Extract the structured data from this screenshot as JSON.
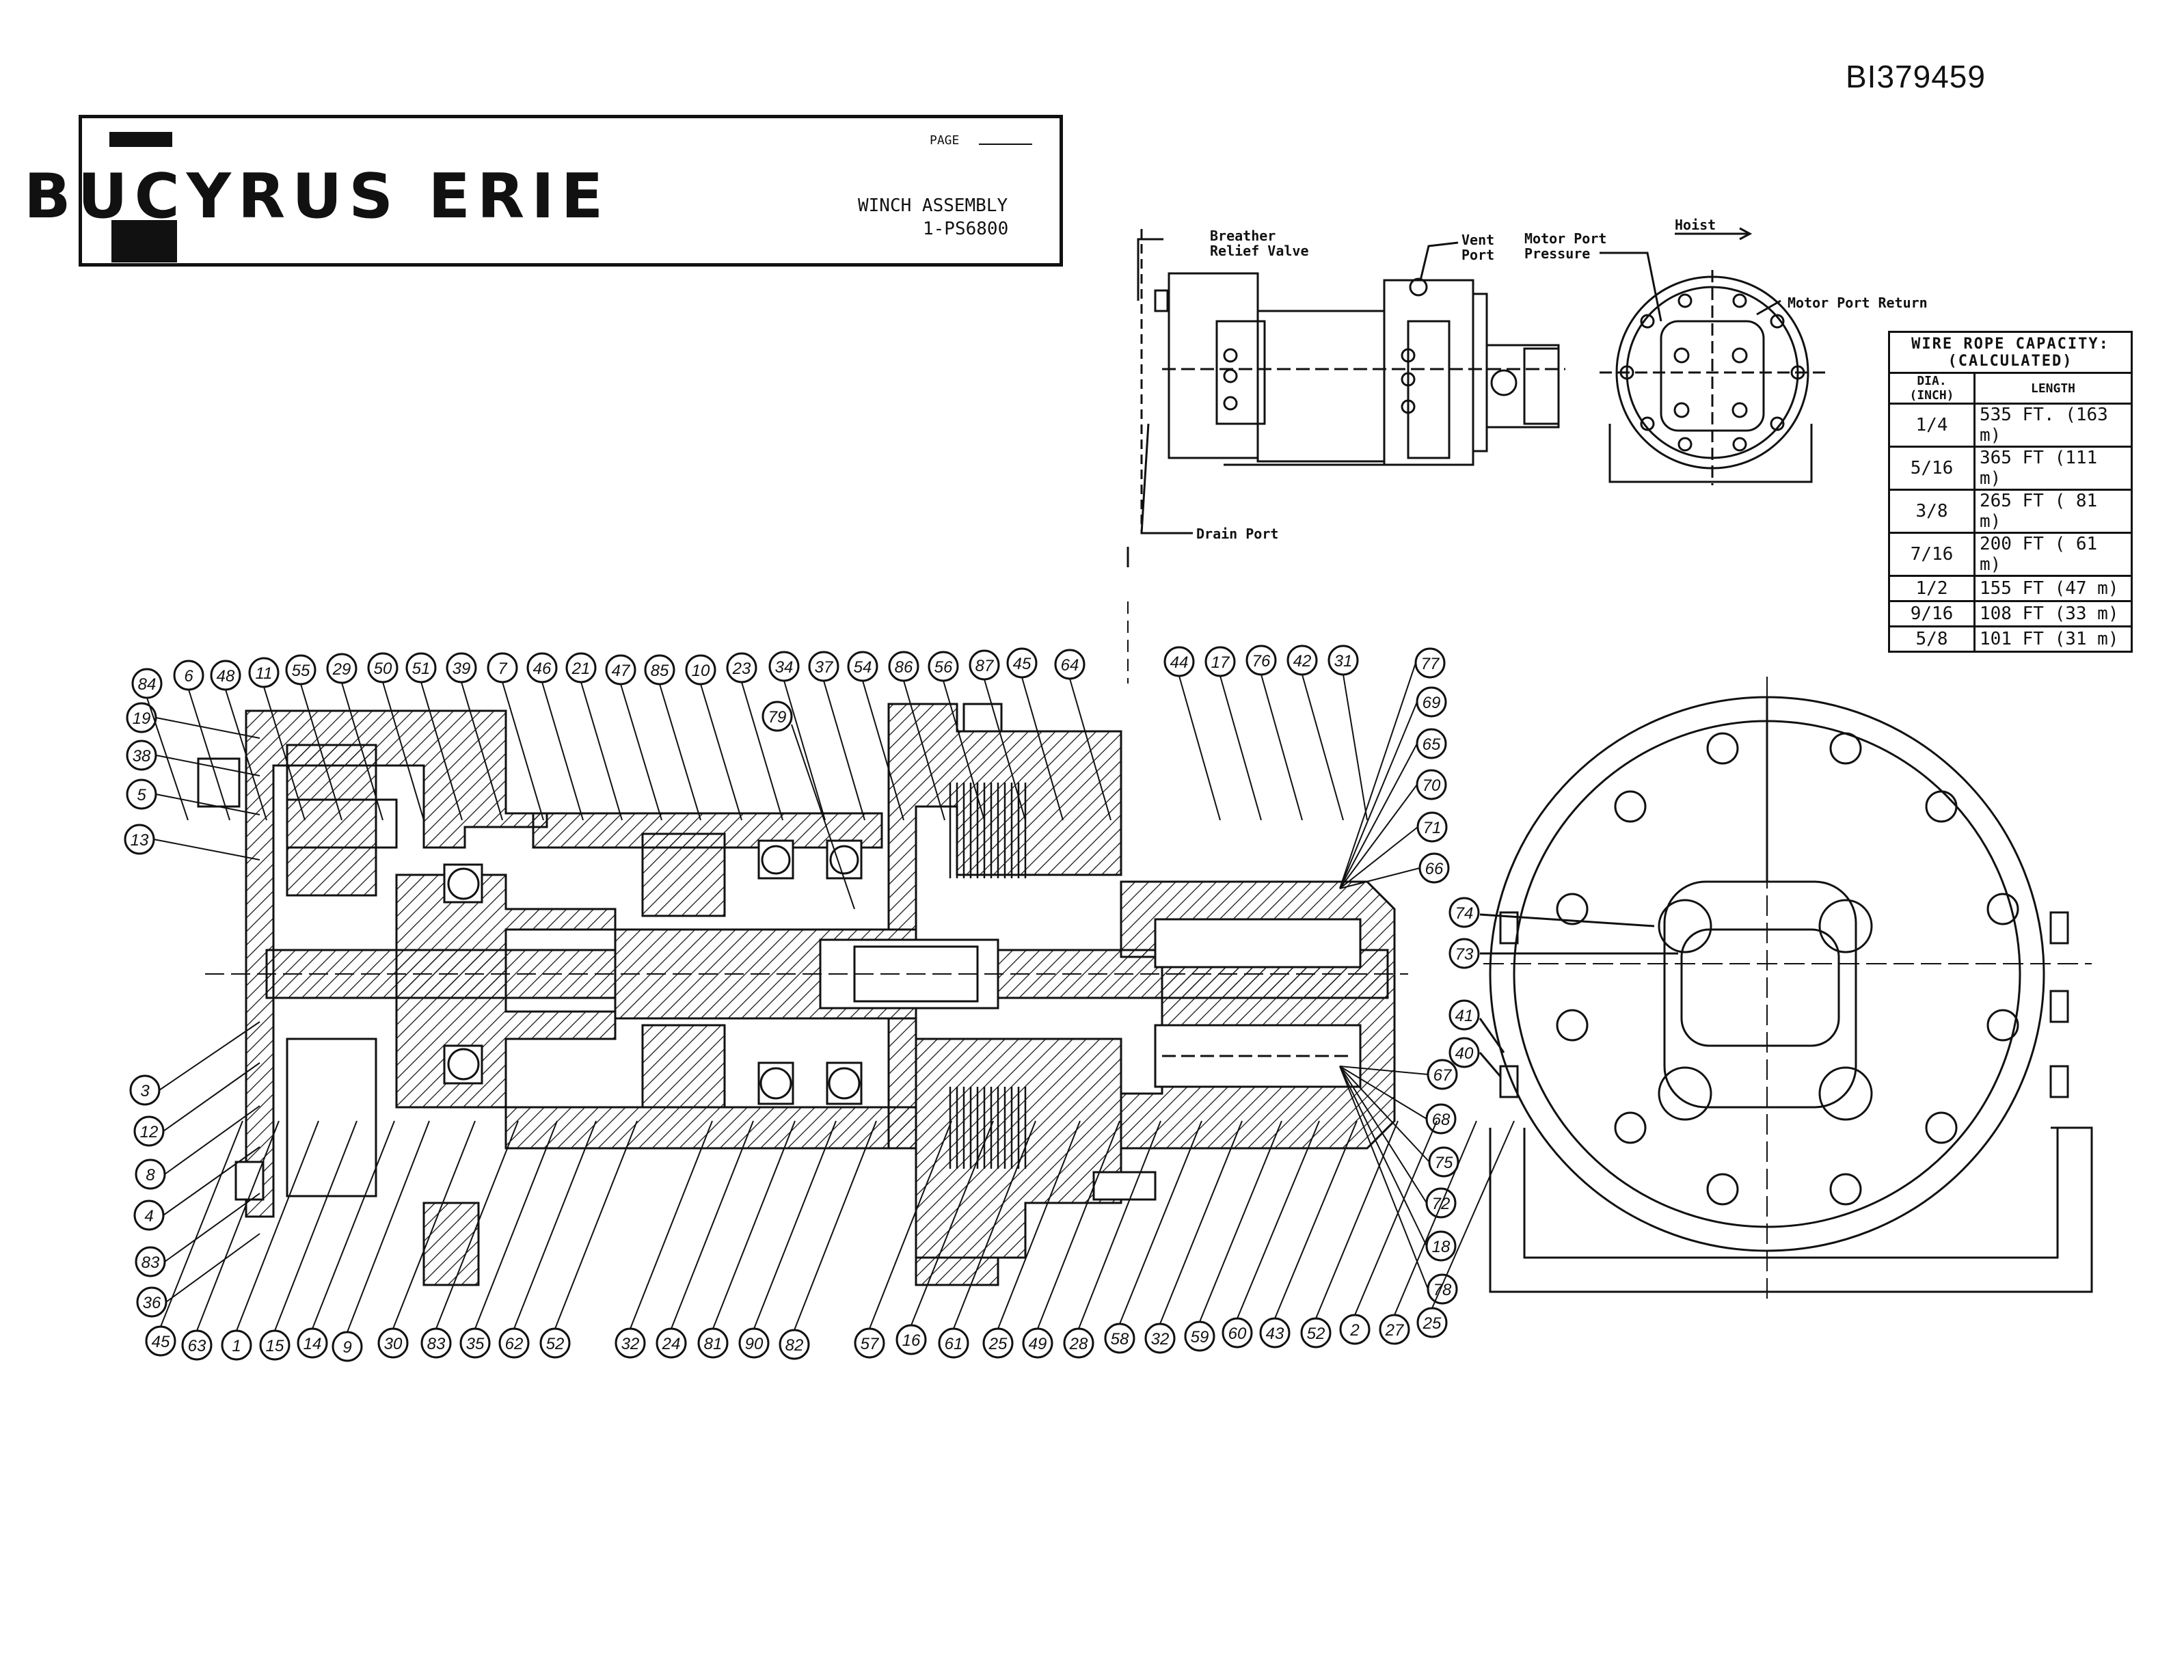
{
  "document": {
    "id": "BI379459",
    "brand": "BUCYRUS ERIE",
    "page_label": "PAGE",
    "assembly_title": "WINCH ASSEMBLY",
    "assembly_number": "1-PS6800"
  },
  "side_view_callouts": {
    "breather": "Breather\nRelief Valve",
    "vent": "Vent\nPort",
    "motor_pressure": "Motor Port\nPressure",
    "hoist": "Hoist",
    "motor_return": "Motor Port Return",
    "drain": "Drain Port"
  },
  "wire_rope_table": {
    "caption": "WIRE ROPE CAPACITY:\n(CALCULATED)",
    "col_dia": "DIA. (INCH)",
    "col_length": "LENGTH",
    "rows": [
      {
        "dia": "1/4",
        "length": "535 FT. (163 m)"
      },
      {
        "dia": "5/16",
        "length": "365 FT (111 m)"
      },
      {
        "dia": "3/8",
        "length": "265 FT ( 81 m)"
      },
      {
        "dia": "7/16",
        "length": "200 FT ( 61 m)"
      },
      {
        "dia": "1/2",
        "length": "155 FT (47 m)"
      },
      {
        "dia": "9/16",
        "length": "108 FT (33 m)"
      },
      {
        "dia": "5/8",
        "length": "101 FT (31 m)"
      }
    ]
  },
  "part_balloons": {
    "top_row": [
      "84",
      "6",
      "48",
      "11",
      "55",
      "29",
      "50",
      "51",
      "39",
      "7",
      "46",
      "21",
      "47",
      "85",
      "10",
      "23",
      "34",
      "37",
      "54",
      "86",
      "56",
      "87",
      "45",
      "64",
      "44",
      "17",
      "76",
      "42",
      "31"
    ],
    "left_column": [
      "19",
      "38",
      "5",
      "13",
      "3",
      "12",
      "8",
      "4",
      "83",
      "36"
    ],
    "bottom_row": [
      "45",
      "63",
      "1",
      "15",
      "14",
      "9",
      "30",
      "83",
      "35",
      "62",
      "52",
      "32",
      "24",
      "81",
      "90",
      "82",
      "57",
      "16",
      "61",
      "25",
      "49",
      "28",
      "58",
      "32",
      "59",
      "60",
      "43",
      "52",
      "2",
      "27",
      "25"
    ],
    "right_column": [
      "77",
      "69",
      "65",
      "70",
      "71",
      "66",
      "67",
      "68",
      "75",
      "72",
      "18",
      "78"
    ],
    "section_79": "79",
    "end_view": [
      "74",
      "73",
      "41",
      "40"
    ]
  }
}
